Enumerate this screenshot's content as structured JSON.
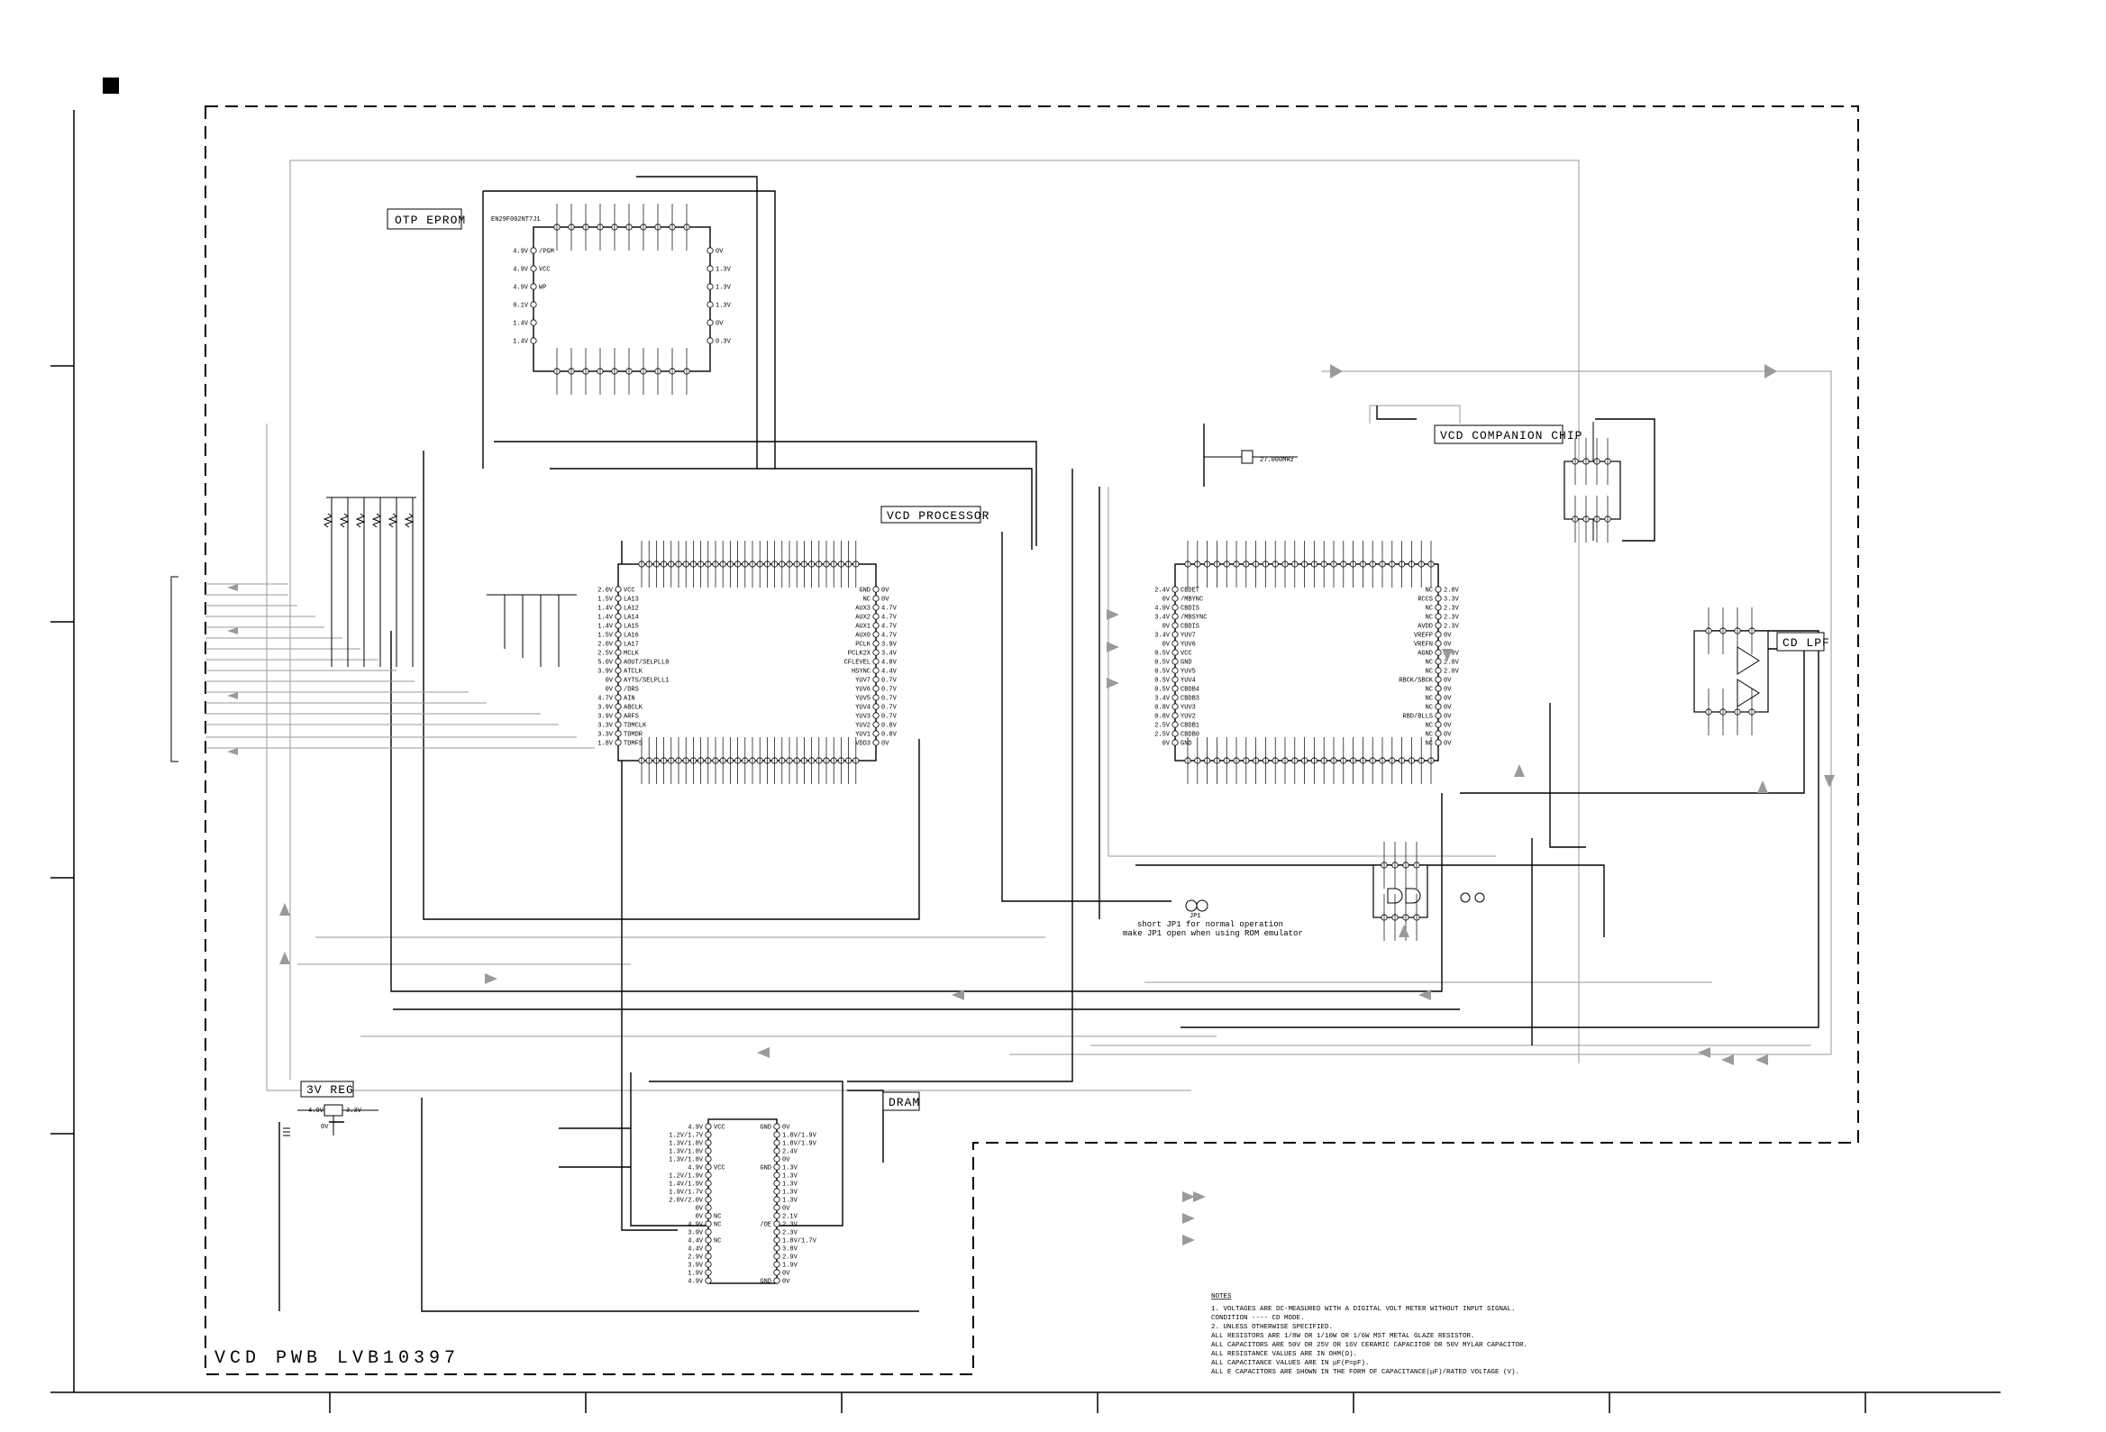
{
  "diagram": {
    "board_label": "VCD PWB LVB10397",
    "blocks": {
      "eprom": {
        "title": "OTP EPROM",
        "part": "EN29F002NT7J1"
      },
      "processor": {
        "title": "VCD PROCESSOR"
      },
      "companion": {
        "title": "VCD COMPANION CHIP"
      },
      "lpf": {
        "title": "CD LPF"
      },
      "reg": {
        "title": "3V REG"
      },
      "dram": {
        "title": "DRAM"
      }
    },
    "jumper_note": {
      "ref": "JP1",
      "line1": "short JP1 for normal operation",
      "line2": "make JP1 open when using ROM emulator"
    },
    "crystal": "27.000MHz",
    "notes": {
      "title": "NOTES",
      "lines": [
        "1. VOLTAGES ARE DC-MEASURED WITH A DIGITAL VOLT METER WITHOUT INPUT SIGNAL.",
        "   CONDITION ---- CD MODE.",
        "2. UNLESS OTHERWISE SPECIFIED.",
        "   ALL RESISTORS ARE 1/8W OR 1/10W OR 1/6W MST METAL GLAZE RESISTOR.",
        "   ALL CAPACITORS ARE 50V OR 25V OR 16V CERAMIC CAPACITOR OR 50V MYLAR CAPACITOR.",
        "   ALL RESISTANCE VALUES ARE IN OHM(Ω).",
        "   ALL CAPACITANCE VALUES ARE IN μF(P=pF).",
        "   ALL E CAPACITORS ARE SHOWN IN THE FORM OF CAPACITANCE(μF)/RATED VOLTAGE (V)."
      ]
    },
    "eprom_pins_left": [
      "4.9V",
      "4.9V",
      "4.9V",
      "0.1V",
      "1.4V",
      "1.4V"
    ],
    "eprom_pin_names_left": [
      "/PGM",
      "VCC",
      "WP",
      "",
      "",
      ""
    ],
    "eprom_pins_right": [
      "0V",
      "1.3V",
      "1.3V",
      "1.3V",
      "0V",
      "0.3V"
    ],
    "processor_pins_left": [
      "2.0V",
      "1.5V",
      "1.4V",
      "1.4V",
      "1.4V",
      "1.5V",
      "2.0V",
      "2.5V",
      "5.0V",
      "3.9V",
      "0V",
      "0V",
      "4.7V",
      "3.9V",
      "3.9V",
      "3.3V",
      "3.3V",
      "1.8V"
    ],
    "processor_names_left": [
      "VCC",
      "LA13",
      "LA12",
      "LA14",
      "LA15",
      "LA16",
      "LA17",
      "MCLK",
      "AOUT/SELPLL0",
      "ATCLK",
      "AYTS/SELPLL1",
      "/DRS",
      "AIN",
      "ABCLK",
      "ARFS",
      "TDMCLK",
      "TDMDR",
      "TDMFS"
    ],
    "processor_pins_right": [
      "0V",
      "0V",
      "4.7V",
      "4.7V",
      "4.7V",
      "4.7V",
      "3.9V",
      "3.4V",
      "4.8V",
      "4.4V",
      "0.7V",
      "0.7V",
      "0.7V",
      "0.7V",
      "0.7V",
      "0.8V",
      "0.8V",
      "0V"
    ],
    "processor_names_right": [
      "GND",
      "NC",
      "AUX3",
      "AUX2",
      "AUX1",
      "AUX0",
      "PCLK",
      "PCLK2X",
      "CFLEVEL",
      "HSYNC",
      "YUV7",
      "YUV6",
      "YUV5",
      "YUV4",
      "YUV3",
      "YUV2",
      "YUV1",
      "VDD3"
    ],
    "companion_pins_left": [
      "2.4V",
      "0V",
      "4.9V",
      "3.4V",
      "0V",
      "3.4V",
      "0V",
      "0.5V",
      "0.5V",
      "0.5V",
      "0.5V",
      "0.5V",
      "3.4V",
      "0.8V",
      "0.8V",
      "2.5V",
      "2.5V",
      "0V"
    ],
    "companion_names_left": [
      "CBDET",
      "/MBYNC",
      "CBDIS",
      "/MBSYNC",
      "CBDIS",
      "YUV7",
      "YUV6",
      "VCC",
      "GND",
      "YUV5",
      "YUV4",
      "CBDB4",
      "CBDB3",
      "YUV3",
      "YUV2",
      "CBDB1",
      "CBDB0",
      "GND"
    ],
    "companion_pins_right": [
      "2.0V",
      "3.3V",
      "2.3V",
      "2.3V",
      "2.3V",
      "0V",
      "0V",
      "2.0V",
      "2.0V",
      "2.0V",
      "0V",
      "0V",
      "0V",
      "0V",
      "0V",
      "0V",
      "0V",
      "0V"
    ],
    "companion_names_right": [
      "NC",
      "RCCS",
      "NC",
      "NC",
      "AVDD",
      "VREFP",
      "VREFN",
      "AGND",
      "NC",
      "NC",
      "RBCK/SBCK",
      "NC",
      "NC",
      "NC",
      "RBD/BLLS",
      "NC",
      "NC",
      "NC"
    ],
    "dram_pins_left": [
      "4.9V",
      "1.2V/1.7V",
      "1.3V/1.8V",
      "1.3V/1.8V",
      "1.3V/1.8V",
      "4.9V",
      "1.2V/1.9V",
      "1.4V/1.9V",
      "1.9V/1.7V",
      "2.0V/2.0V",
      "0V",
      "0V",
      "4.9V",
      "3.9V",
      "4.4V",
      "4.4V",
      "2.9V",
      "3.9V",
      "1.9V",
      "4.9V"
    ],
    "dram_names_left": [
      "VCC",
      "",
      "",
      "",
      "",
      "VCC",
      "",
      "",
      "",
      "",
      "",
      "NC",
      "NC",
      "",
      "NC",
      "",
      "",
      "",
      "",
      ""
    ],
    "dram_pins_right": [
      "0V",
      "1.8V/1.9V",
      "1.8V/1.9V",
      "2.4V",
      "0V",
      "1.3V",
      "1.3V",
      "1.3V",
      "1.3V",
      "1.3V",
      "0V",
      "2.1V",
      "2.3V",
      "2.3V",
      "1.8V/1.7V",
      "3.8V",
      "2.9V",
      "1.9V",
      "0V",
      "0V"
    ],
    "dram_names_right": [
      "GND",
      "",
      "",
      "",
      "",
      "GND",
      "",
      "",
      "",
      "",
      "",
      "",
      "/OE",
      "",
      "",
      "",
      "",
      "",
      "",
      "GND"
    ],
    "reg_pins": {
      "in": "4.9V",
      "out": "3.3V",
      "gnd": "0V"
    }
  }
}
